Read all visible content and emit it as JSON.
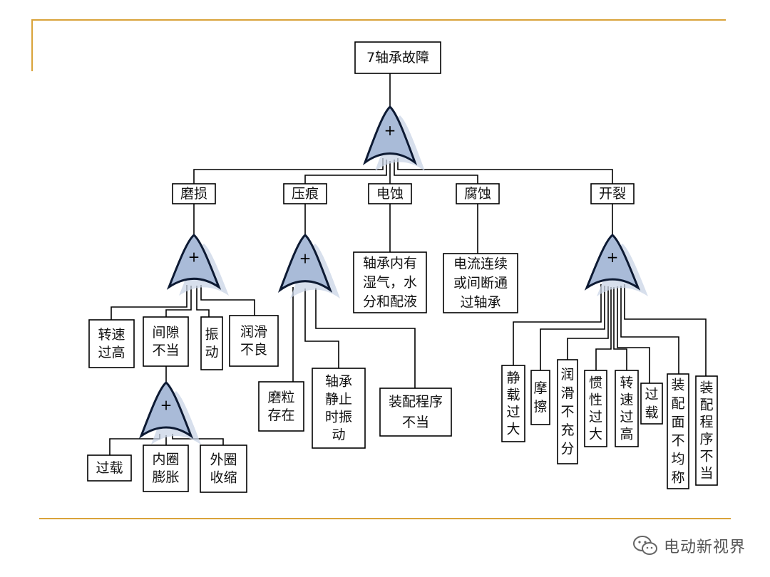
{
  "title": "7轴承故障",
  "root_gate": "+",
  "categories": {
    "wear": "磨损",
    "indentation": "压痕",
    "electric_erosion": "电蚀",
    "corrosion": "腐蚀",
    "cracking": "开裂"
  },
  "wear_causes": {
    "gate": "+",
    "high_speed": [
      "转速",
      "过高"
    ],
    "improper_clearance": [
      "间隙",
      "不当"
    ],
    "vibration": [
      "振",
      "动"
    ],
    "poor_lubrication": [
      "润滑",
      "不良"
    ]
  },
  "clearance_causes": {
    "gate": "+",
    "overload": [
      "过载"
    ],
    "inner_ring_expansion": [
      "内圈",
      "膨胀"
    ],
    "outer_ring_shrink": [
      "外圈",
      "收缩"
    ]
  },
  "indentation_causes": {
    "gate": "+",
    "abrasive_particles": [
      "磨粒",
      "存在"
    ],
    "static_vibration": [
      "轴承",
      "静止",
      "时振",
      "动"
    ],
    "assembly_procedure": [
      "装配程序",
      "不当"
    ]
  },
  "electric_erosion_cause": [
    "轴承内有",
    "湿气，水",
    "分和配液"
  ],
  "corrosion_cause": [
    "电流连续",
    "或间断通",
    "过轴承"
  ],
  "cracking_causes": {
    "gate": "+",
    "static_overload": [
      "静",
      "载",
      "过",
      "大"
    ],
    "friction": [
      "摩",
      "擦"
    ],
    "insufficient_lube": [
      "润",
      "滑",
      "不",
      "充",
      "分"
    ],
    "excessive_inertia": [
      "惯",
      "性",
      "过",
      "大"
    ],
    "overspeed": [
      "转",
      "速",
      "过",
      "高"
    ],
    "overload": [
      "过",
      "载"
    ],
    "uneven_mating": [
      "装",
      "配",
      "面",
      "不",
      "均",
      "称"
    ],
    "improper_assembly": [
      "装",
      "配",
      "程",
      "序",
      "不",
      "当"
    ]
  },
  "watermark": "电动新视界",
  "colors": {
    "accent_line": "#d9a33a",
    "gate_fill": "#a9bbd8",
    "gate_stroke": "#0d1a33"
  }
}
